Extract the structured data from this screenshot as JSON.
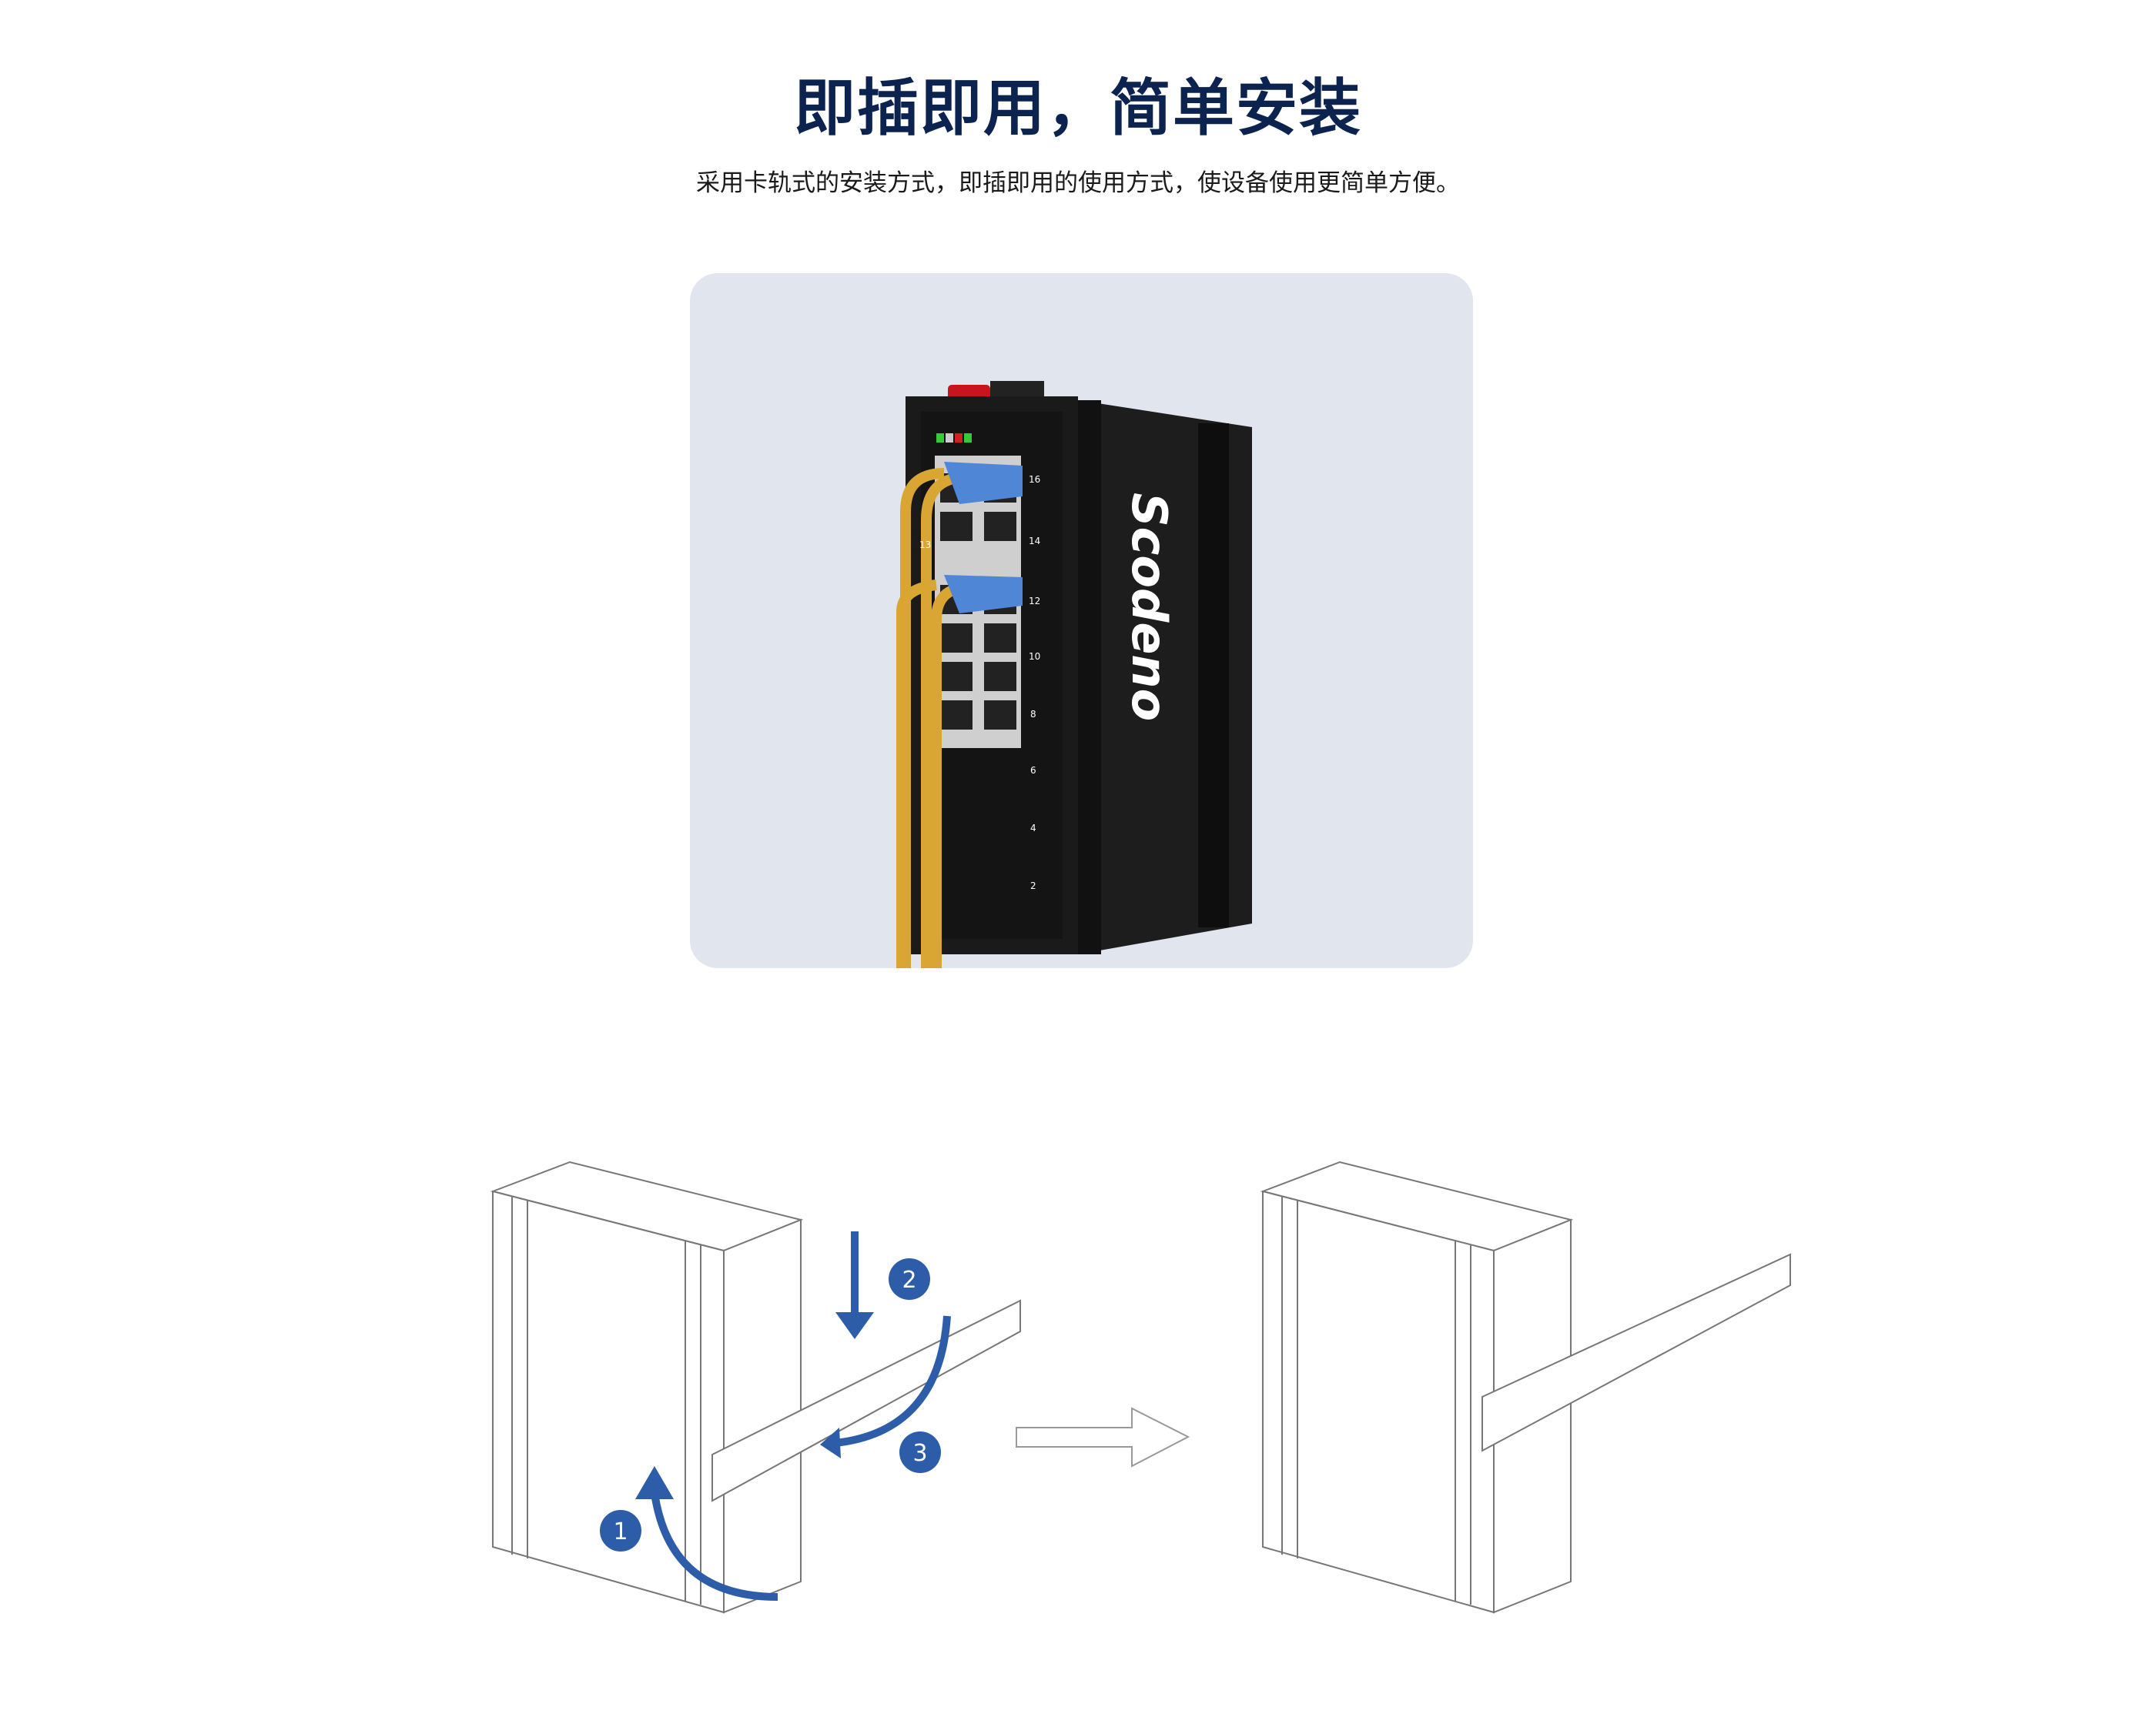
{
  "header": {
    "title": "即插即用，简单安装",
    "subtitle": "采用卡轨式的安装方式，即插即用的使用方式，使设备使用更简单方便。"
  },
  "product": {
    "brand": "Scodeno",
    "port_labels": [
      "16",
      "14",
      "13",
      "12",
      "10",
      "8",
      "6",
      "4",
      "2"
    ]
  },
  "steps": [
    "1",
    "2",
    "3"
  ],
  "colors": {
    "title": "#0c2350",
    "panel": "#e0e5ee",
    "step": "#2d5da8",
    "cable": "#d9a634",
    "plug": "#4f86d6"
  }
}
